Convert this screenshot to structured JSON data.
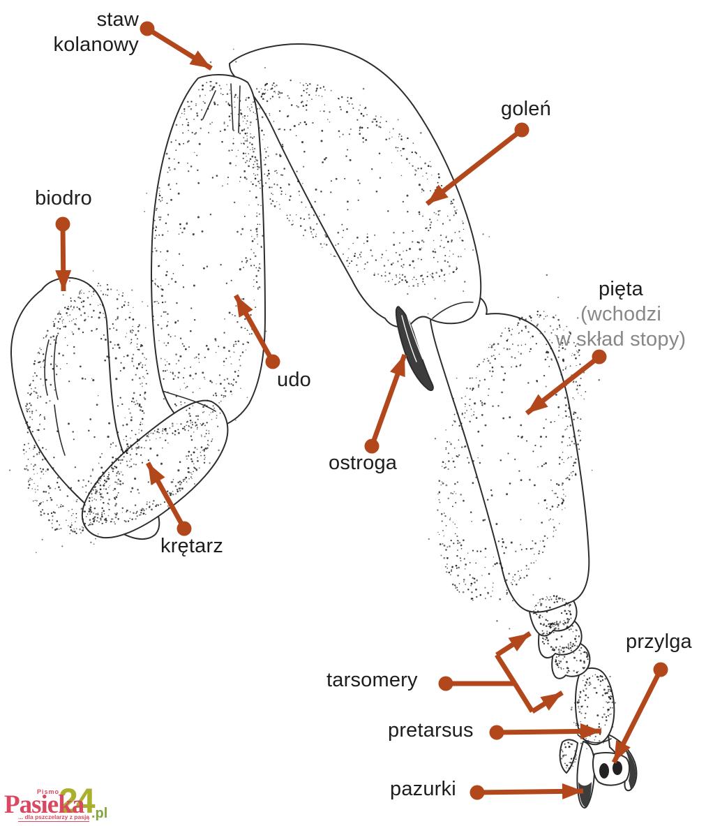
{
  "diagram": {
    "subject": "bee-leg-anatomy",
    "labels": {
      "staw_kolanowy": {
        "line1": "staw",
        "line2": "kolanowy"
      },
      "golen": {
        "text": "goleń"
      },
      "biodro": {
        "text": "biodro"
      },
      "udo": {
        "text": "udo"
      },
      "pieta": {
        "text": "pięta",
        "note_line1": "(wchodzi",
        "note_line2": "w skład stopy)"
      },
      "ostroga": {
        "text": "ostroga"
      },
      "kretarz": {
        "text": "krętarz"
      },
      "tarsomery": {
        "text": "tarsomery"
      },
      "przylga": {
        "text": "przylga"
      },
      "pretarsus": {
        "text": "pretarsus"
      },
      "pazurki": {
        "text": "pazurki"
      }
    },
    "colors": {
      "arrow": "#b2471b",
      "label_text": "#1d1d1b",
      "note_text": "#878787",
      "outline": "#2d2d2d",
      "dark_detail": "#3d3d3d"
    }
  },
  "logo": {
    "pismo": "Pismo",
    "name": "Pasieka",
    "number": "24",
    "tld": ".pl",
    "tagline": "... dla pszczelarzy z pasją",
    "colors": {
      "red": "#d9485f",
      "olive": "#a9b12c",
      "green": "#82a63d"
    }
  }
}
